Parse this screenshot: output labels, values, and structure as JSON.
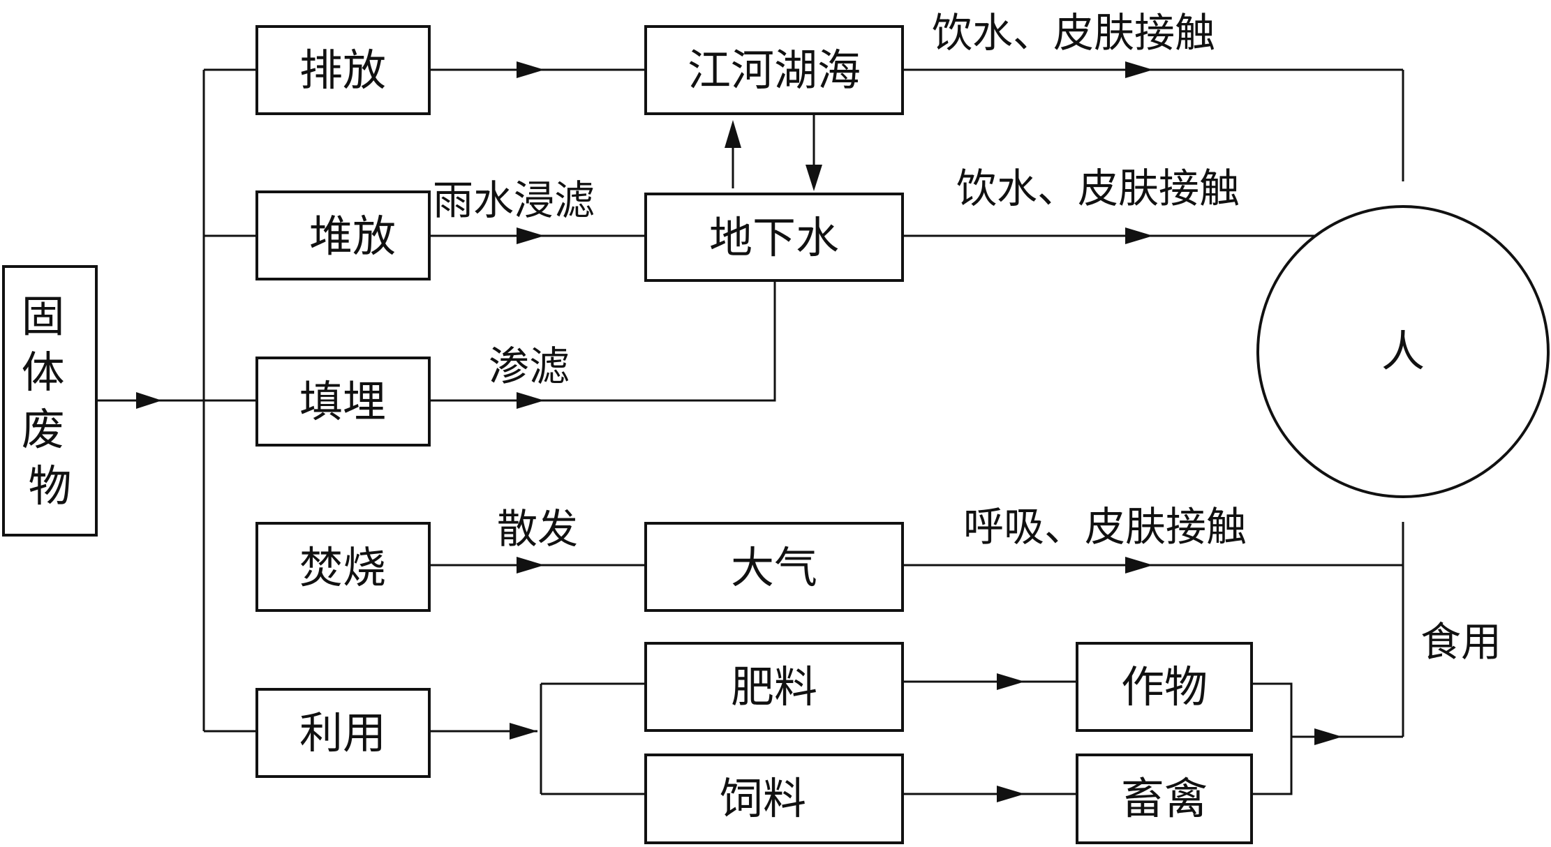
{
  "nodes": {
    "source": "固体废物",
    "discharge": "排放",
    "stacking": "堆放",
    "landfill": "填埋",
    "incineration": "焚烧",
    "utilization": "利用",
    "surface_water": "江河湖海",
    "groundwater": "地下水",
    "atmosphere": "大气",
    "fertilizer": "肥料",
    "feed": "饲料",
    "crops": "作物",
    "livestock": "畜禽",
    "human": "人"
  },
  "edge_labels": {
    "rain_leaching": "雨水浸滤",
    "leaching": "渗滤",
    "volatilization": "散发",
    "drink_skin_1": "饮水、皮肤接触",
    "drink_skin_2": "饮水、皮肤接触",
    "breathe_skin": "呼吸、皮肤接触",
    "eating": "食用"
  }
}
